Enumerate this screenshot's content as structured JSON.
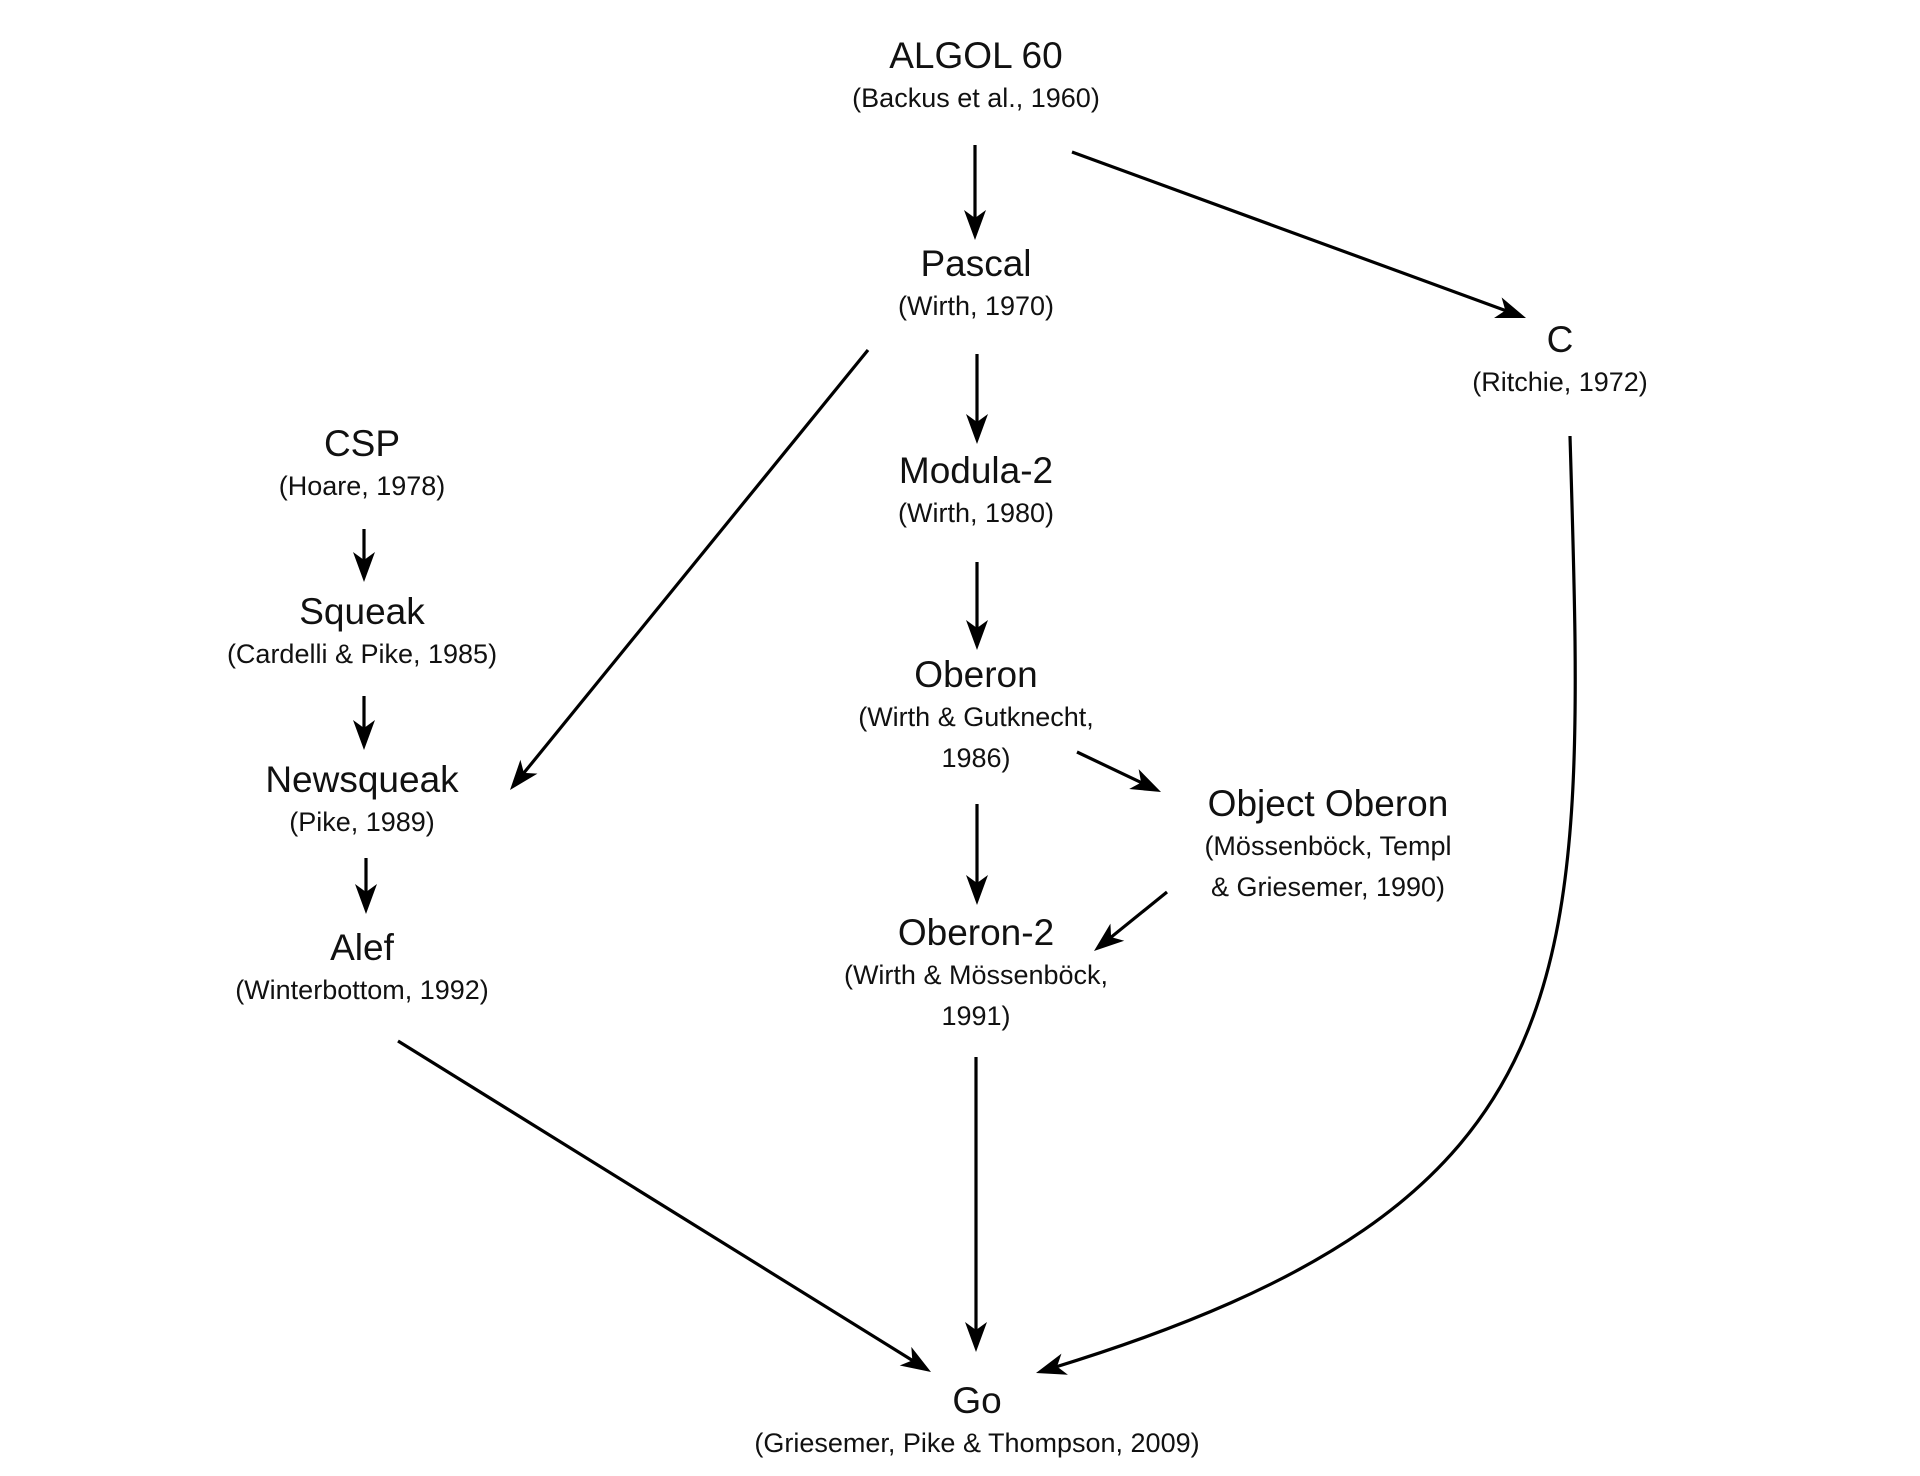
{
  "nodes": {
    "algol60": {
      "title": "ALGOL 60",
      "sub": [
        "(Backus et al., 1960)"
      ]
    },
    "pascal": {
      "title": "Pascal",
      "sub": [
        "(Wirth, 1970)"
      ]
    },
    "c": {
      "title": "C",
      "sub": [
        "(Ritchie, 1972)"
      ]
    },
    "csp": {
      "title": "CSP",
      "sub": [
        "(Hoare, 1978)"
      ]
    },
    "modula2": {
      "title": "Modula-2",
      "sub": [
        "(Wirth, 1980)"
      ]
    },
    "squeak": {
      "title": "Squeak",
      "sub": [
        "(Cardelli & Pike, 1985)"
      ]
    },
    "oberon": {
      "title": "Oberon",
      "sub": [
        "(Wirth & Gutknecht,",
        "1986)"
      ]
    },
    "newsqueak": {
      "title": "Newsqueak",
      "sub": [
        "(Pike, 1989)"
      ]
    },
    "objectoberon": {
      "title": "Object Oberon",
      "sub": [
        "(Mössenböck, Templ",
        "& Griesemer, 1990)"
      ]
    },
    "oberon2": {
      "title": "Oberon-2",
      "sub": [
        "(Wirth & Mössenböck,",
        "1991)"
      ]
    },
    "alef": {
      "title": "Alef",
      "sub": [
        "(Winterbottom, 1992)"
      ]
    },
    "go": {
      "title": "Go",
      "sub": [
        "(Griesemer, Pike & Thompson, 2009)"
      ]
    }
  },
  "edges": [
    {
      "from": "algol60",
      "to": "pascal"
    },
    {
      "from": "algol60",
      "to": "c"
    },
    {
      "from": "pascal",
      "to": "modula2"
    },
    {
      "from": "pascal",
      "to": "newsqueak"
    },
    {
      "from": "modula2",
      "to": "oberon"
    },
    {
      "from": "csp",
      "to": "squeak"
    },
    {
      "from": "squeak",
      "to": "newsqueak"
    },
    {
      "from": "newsqueak",
      "to": "alef"
    },
    {
      "from": "oberon",
      "to": "objectoberon"
    },
    {
      "from": "oberon",
      "to": "oberon2"
    },
    {
      "from": "objectoberon",
      "to": "oberon2"
    },
    {
      "from": "oberon2",
      "to": "go"
    },
    {
      "from": "alef",
      "to": "go"
    },
    {
      "from": "c",
      "to": "go"
    }
  ]
}
